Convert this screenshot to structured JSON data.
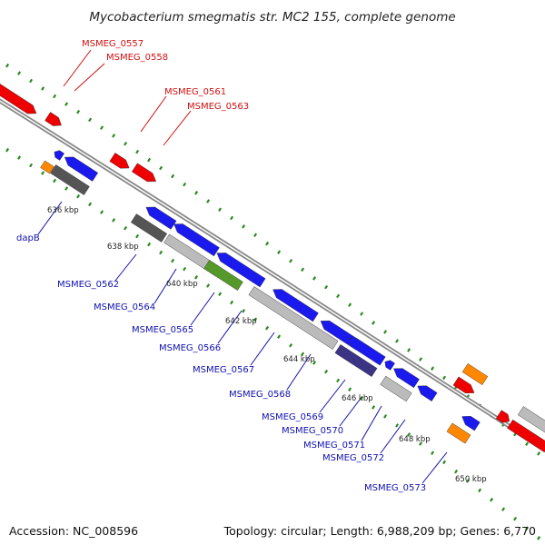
{
  "title": "Mycobacterium smegmatis str. MC2 155, complete genome",
  "footer": {
    "accession": "Accession: NC_008596",
    "summary": "Topology: circular; Length: 6,988,209 bp; Genes: 6,770"
  },
  "colors": {
    "forward": "#ee0000",
    "reverse": "#1a1aee",
    "grey": "#bbbbbb",
    "dark_grey": "#555555",
    "green": "#55992a",
    "purple": "#3b3384",
    "orange": "#ff8800",
    "backbone": "#888888",
    "dots": "#2a8a1e"
  },
  "forward_labels": [
    {
      "text": "MSMEG_0557"
    },
    {
      "text": "MSMEG_0558"
    },
    {
      "text": "MSMEG_0561"
    },
    {
      "text": "MSMEG_0563"
    }
  ],
  "reverse_labels": [
    {
      "text": "dapB"
    },
    {
      "text": "MSMEG_0562"
    },
    {
      "text": "MSMEG_0564"
    },
    {
      "text": "MSMEG_0565"
    },
    {
      "text": "MSMEG_0566"
    },
    {
      "text": "MSMEG_0567"
    },
    {
      "text": "MSMEG_0568"
    },
    {
      "text": "MSMEG_0569"
    },
    {
      "text": "MSMEG_0570"
    },
    {
      "text": "MSMEG_0571"
    },
    {
      "text": "MSMEG_0572"
    },
    {
      "text": "MSMEG_0573"
    }
  ],
  "ticks": [
    {
      "text": "636 kbp"
    },
    {
      "text": "638 kbp"
    },
    {
      "text": "640 kbp"
    },
    {
      "text": "642 kbp"
    },
    {
      "text": "644 kbp"
    },
    {
      "text": "646 kbp"
    },
    {
      "text": "648 kbp"
    },
    {
      "text": "650 kbp"
    }
  ]
}
